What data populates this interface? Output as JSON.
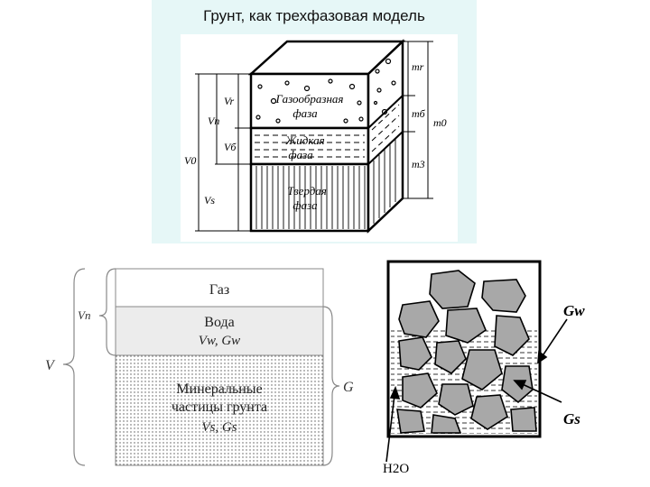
{
  "top": {
    "title": "Грунт, как трехфазовая модель",
    "phases": {
      "gas_line1": "Газообразная",
      "gas_line2": "фаза",
      "liquid_line1": "Жидкая",
      "liquid_line2": "фаза",
      "solid_line1": "Твердая",
      "solid_line2": "фаза"
    },
    "left_labels": {
      "vr": "Vr",
      "vn": "Vn",
      "vb": "Vб",
      "v0": "V0",
      "vs": "Vs"
    },
    "right_labels": {
      "mr": "mr",
      "mb": "mб",
      "m0": "m0",
      "ms": "m3"
    }
  },
  "phase_diagram": {
    "gas": "Газ",
    "water": "Вода",
    "water_sub": "Vw, Gw",
    "solid_line1": "Минеральные",
    "solid_line2": "частицы грунта",
    "solid_sub": "Vs, Gs",
    "left_vn": "Vn",
    "left_v": "V",
    "right_g": "G"
  },
  "soil_diagram": {
    "gw": "Gw",
    "gs": "Gs",
    "h2o": "H2O"
  }
}
